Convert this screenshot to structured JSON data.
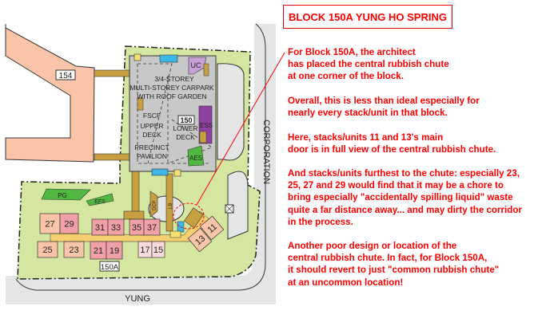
{
  "title": "BLOCK 150A YUNG HO SPRING",
  "annotations": [
    [
      "For Block 150A, the architect",
      "has placed the central rubbish chute",
      "at one corner of the block."
    ],
    [
      "Overall, this is less than ideal especially for",
      "nearly every stack/unit in that block."
    ],
    [
      "Here, stacks/units 11 and 13's main",
      "door is in full view of the central rubbish chute."
    ],
    [
      "And stacks/units furthest to the chute: especially 23,",
      "25, 27 and 29 would find that it may be a chore to",
      "bring especially \"accidentally spilling liquid\" waste",
      "quite a far distance away... and may dirty the corridor",
      "in the process."
    ],
    [
      "Another poor design or location of the",
      "central rubbish chute. In fact, for Block 150A,",
      "it should revert to just \"common rubbish chute\"",
      "at an uncommon location!"
    ]
  ],
  "map": {
    "block_154": "154",
    "block_150": "150",
    "block_150a": "150A",
    "carpark_lines": [
      "3/4-STOREY",
      "MULTI-STOREY CARPARK",
      "WITH ROOF  GARDEN"
    ],
    "upper_deck": [
      "FSCF",
      "UPPER",
      "DECK"
    ],
    "lower_deck": [
      "LOWER",
      "DECK"
    ],
    "pavilion": [
      "PRECINCT",
      "PAVILION"
    ],
    "uc": "UC",
    "ess": "ESS",
    "aes": "AES",
    "pg": "PG",
    "efs": "EFS",
    "dcp": "DCP",
    "lb": "LB",
    "road_right": "CORPORATION",
    "road_bottom": "YUNG",
    "units": [
      "27",
      "29",
      "31",
      "33",
      "35",
      "37",
      "25",
      "23",
      "21",
      "19",
      "17",
      "15",
      "13",
      "11"
    ],
    "colors": {
      "annotation": "#ff0000",
      "green": "#d4e6a0",
      "pink": "#f9c4a8",
      "unit_red": "#f2a0a8",
      "corridor": "#f5d070",
      "building": "#c8c8c8",
      "path": "#c8a040"
    }
  }
}
